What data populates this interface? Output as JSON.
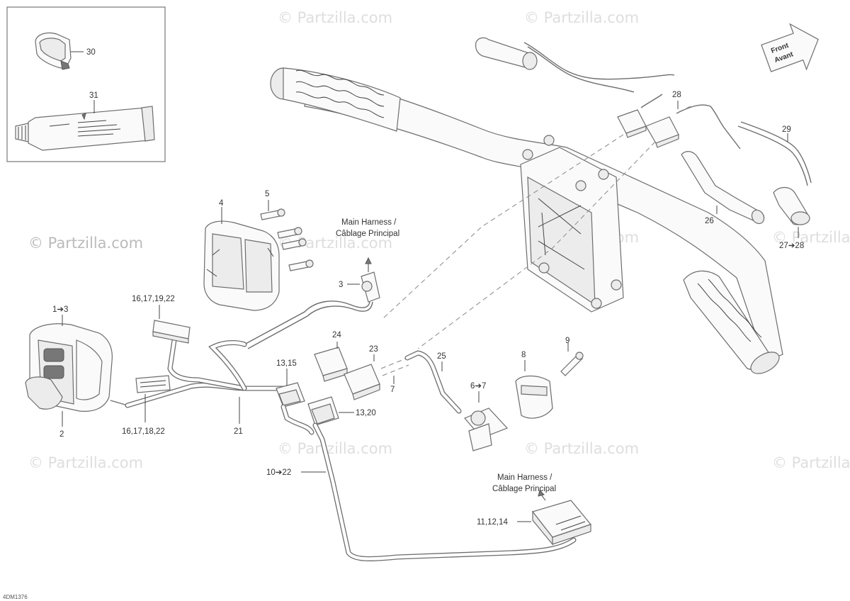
{
  "watermark": "© Partzilla.com",
  "front_arrow": {
    "line1": "Front",
    "line2": "Avant"
  },
  "notes": {
    "main_harness_1": {
      "line1": "Main Harness /",
      "line2": "Câblage Principal"
    },
    "main_harness_2": {
      "line1": "Main Harness /",
      "line2": "Câblage Principal"
    }
  },
  "callouts": {
    "c30": "30",
    "c31": "31",
    "c28": "28",
    "c29": "29",
    "c26": "26",
    "c27_28": "27➔28",
    "c5": "5",
    "c4": "4",
    "c3": "3",
    "c1_3": "1➔3",
    "c16_17_19_22": "16,17,19,22",
    "c16_17_18_22": "16,17,18,22",
    "c2": "2",
    "c21": "21",
    "c24": "24",
    "c23": "23",
    "c13_15": "13,15",
    "c13_20": "13,20",
    "c7": "7",
    "c25": "25",
    "c6_7": "6➔7",
    "c8": "8",
    "c9": "9",
    "c10_22": "10➔22",
    "c11_12_14": "11,12,14"
  },
  "figure_code": "4DM1376"
}
